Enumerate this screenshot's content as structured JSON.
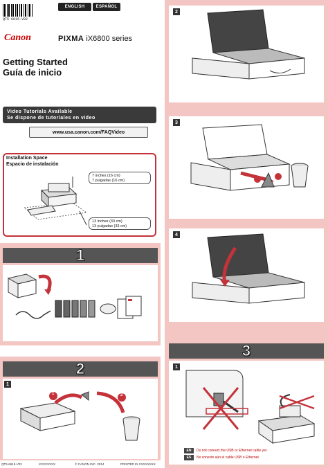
{
  "header": {
    "barcode_number": "QT5-6615-V02",
    "lang_english": "ENGLISH",
    "lang_espanol": "ESPAÑOL",
    "brand": "Canon",
    "product_prefix": "PIXMA",
    "product_model": "iX6800 series"
  },
  "titles": {
    "getting_started": "Getting Started",
    "guia_de_inicio": "Guía de inicio"
  },
  "video": {
    "line1": "Video Tutorials Available",
    "line2": "Se dispone de tutoriales en video",
    "url": "www.usa.canon.com/FAQVideo"
  },
  "installation": {
    "title_en": "Installation Space",
    "title_es": "Espacio de instalación",
    "top_en": "7 inches (16 cm)",
    "top_es": "7 pulgadas (16 cm)",
    "front_en": "13 inches (33 cm)",
    "front_es": "13 pulgadas (33 cm)"
  },
  "steps": {
    "s1": "1",
    "s2": "2",
    "s3": "3",
    "sub1": "1",
    "sub2": "2",
    "sub3": "3",
    "sub4": "4",
    "arrow1": "1",
    "arrow2": "2"
  },
  "notes": {
    "en_tag": "EN",
    "en_text": "Do not connect the USB or Ethernet cable yet.",
    "es_tag": "ES",
    "es_text": "No conecte aún el cable USB o Ethernet."
  },
  "footer": {
    "code": "QT5-6615-V02",
    "x1": "XXXXXXXX",
    "copyright": "© CANON INC. 2014",
    "printed": "PRINTED IN XXXXXXXX"
  },
  "colors": {
    "accent_red": "#c4323a",
    "pink": "#f4c6c3",
    "dark_banner": "#555555"
  }
}
